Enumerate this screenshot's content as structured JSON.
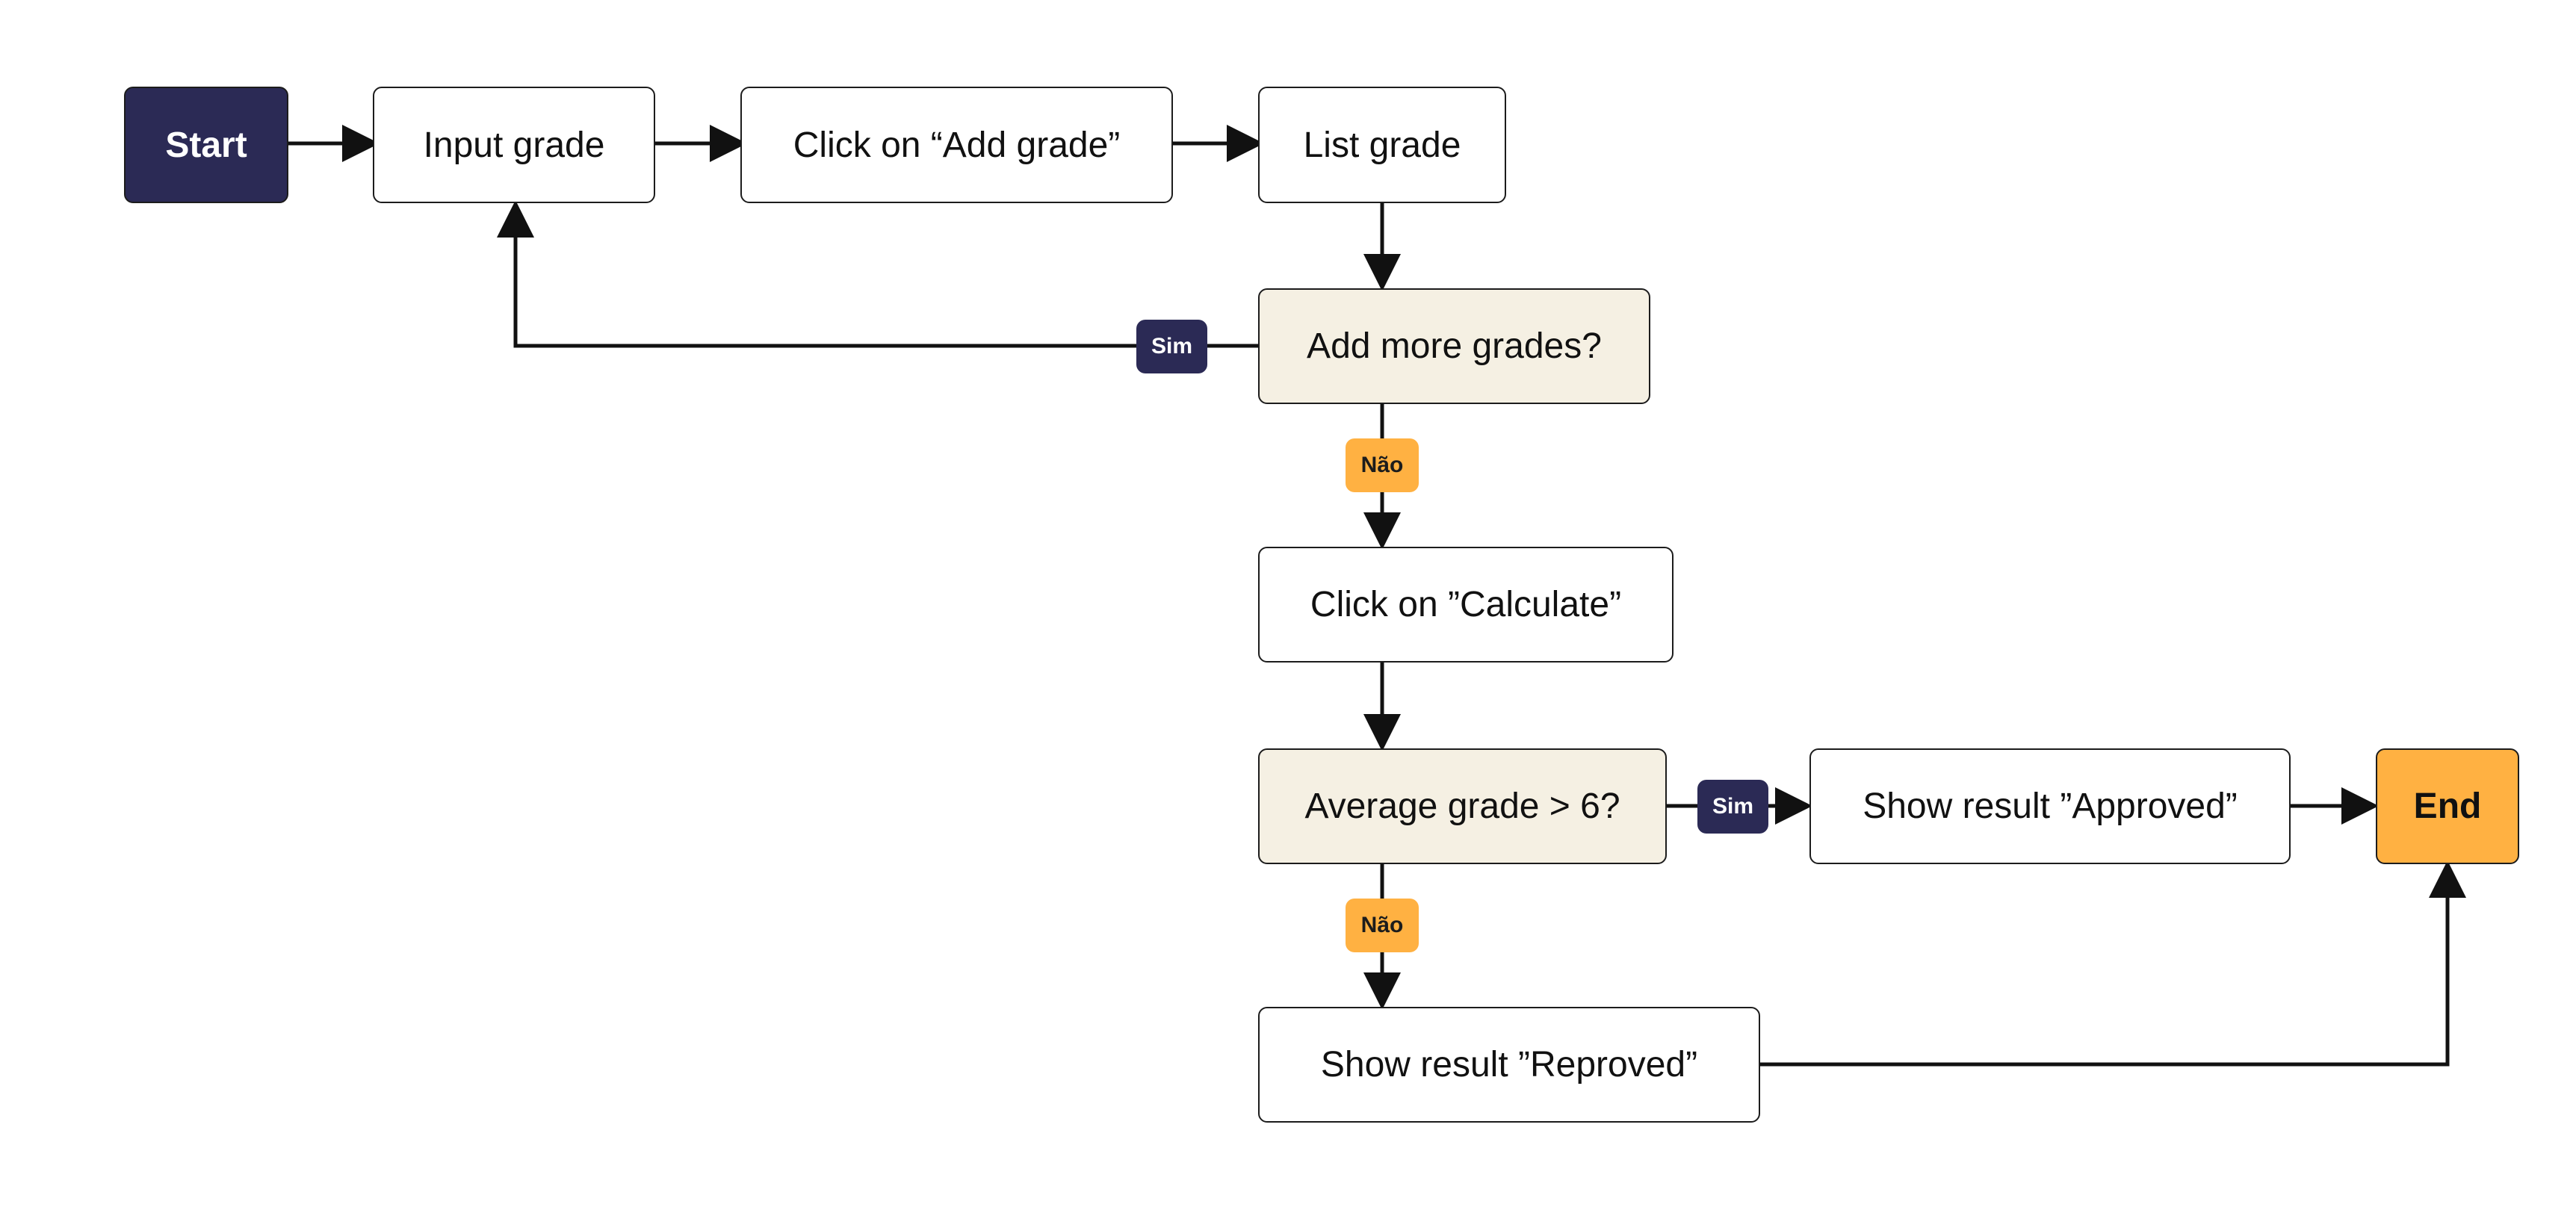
{
  "flowchart": {
    "nodes": {
      "start": "Start",
      "input_grade": "Input grade",
      "click_add_grade": "Click on “Add grade”",
      "list_grade": "List grade",
      "add_more_grades": "Add more grades?",
      "click_calculate": "Click on ”Calculate”",
      "average_grade": "Average grade > 6?",
      "show_approved": "Show result ”Approved”",
      "show_reproved": "Show result ”Reproved”",
      "end": "End"
    },
    "labels": {
      "add_more_yes": "Sim",
      "add_more_no": "Não",
      "average_yes": "Sim",
      "average_no": "Não"
    },
    "edges": [
      {
        "from": "start",
        "to": "input_grade"
      },
      {
        "from": "input_grade",
        "to": "click_add_grade"
      },
      {
        "from": "click_add_grade",
        "to": "list_grade"
      },
      {
        "from": "list_grade",
        "to": "add_more_grades"
      },
      {
        "from": "add_more_grades",
        "to": "input_grade",
        "label": "Sim"
      },
      {
        "from": "add_more_grades",
        "to": "click_calculate",
        "label": "Não"
      },
      {
        "from": "click_calculate",
        "to": "average_grade"
      },
      {
        "from": "average_grade",
        "to": "show_approved",
        "label": "Sim"
      },
      {
        "from": "average_grade",
        "to": "show_reproved",
        "label": "Não"
      },
      {
        "from": "show_approved",
        "to": "end"
      },
      {
        "from": "show_reproved",
        "to": "end"
      }
    ]
  },
  "colors": {
    "start_fill": "#2b2a55",
    "end_fill": "#ffb142",
    "decision_fill": "#f5f0e3",
    "process_fill": "#ffffff",
    "yes_badge": "#2b2a55",
    "no_badge": "#ffb142",
    "line": "#111111"
  }
}
